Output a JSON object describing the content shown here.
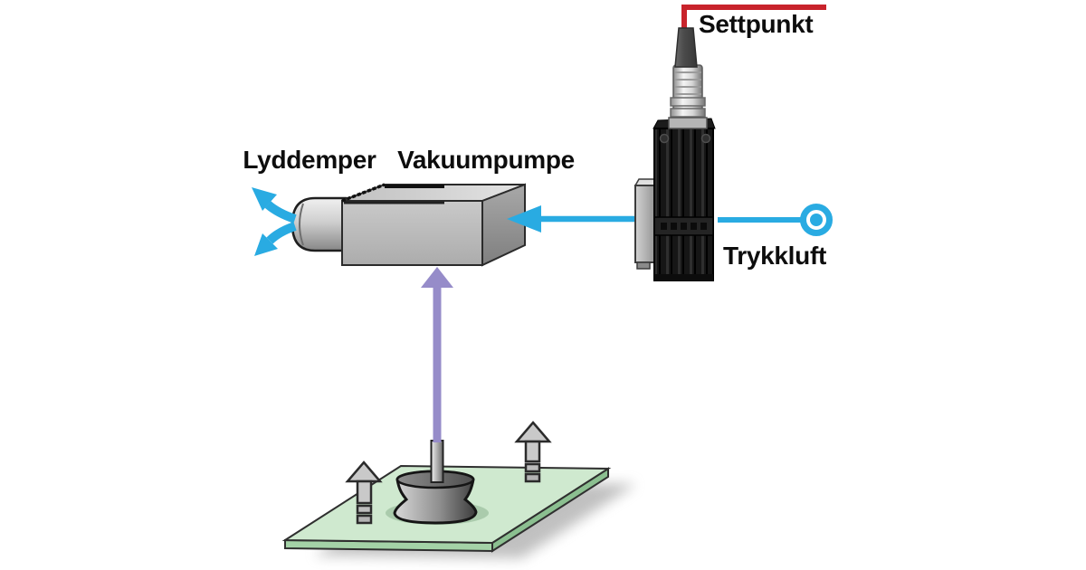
{
  "diagram": {
    "labels": {
      "silencer": "Lyddemper",
      "vacuum_pump": "Vakuumpumpe",
      "setpoint": "Settpunkt",
      "compressed_air": "Trykkluft"
    },
    "colors": {
      "air_blue": "#29abe2",
      "signal_red": "#c8232b",
      "vacuum_purple": "#968cc9",
      "plate_green": "#cfe9cf",
      "background": "#ffffff"
    },
    "icons": {
      "compressed_air_source": "bullseye-port-icon",
      "exhaust": "diverging-exhaust-arrows-icon",
      "lift": "segmented-up-arrow-icon",
      "air_flow": "left-arrow-icon",
      "vacuum_flow": "up-arrow-icon"
    }
  }
}
